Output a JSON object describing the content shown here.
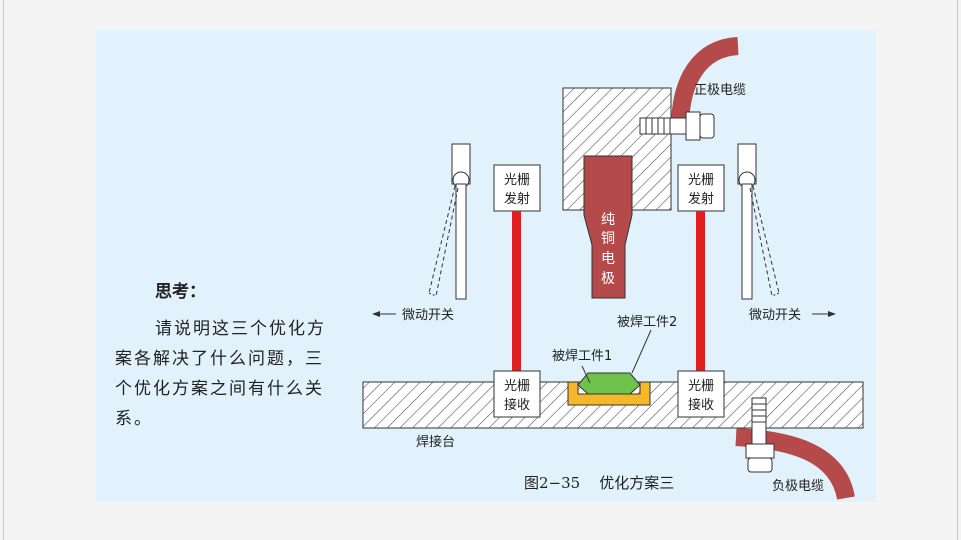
{
  "question": {
    "title": "思考：",
    "body": "请说明这三个优化方案各解决了什么问题，三个优化方案之间有什么关系。"
  },
  "labels": {
    "positive_cable": "正极电缆",
    "negative_cable": "负极电缆",
    "electrode": [
      "纯",
      "铜",
      "电",
      "极"
    ],
    "grating_emit": [
      "光栅",
      "发射"
    ],
    "grating_receive": [
      "光栅",
      "接收"
    ],
    "micro_switch": "微动开关",
    "workpiece1": "被焊工件1",
    "workpiece2": "被焊工件2",
    "welding_table": "焊接台"
  },
  "caption": "图2−35    优化方案三",
  "colors": {
    "background": "#e2f2fc",
    "cable": "#b44a4a",
    "beam": "#e02020",
    "workpiece1": "#f5b82a",
    "workpiece2": "#6cc24a",
    "hatch": "#555555"
  }
}
